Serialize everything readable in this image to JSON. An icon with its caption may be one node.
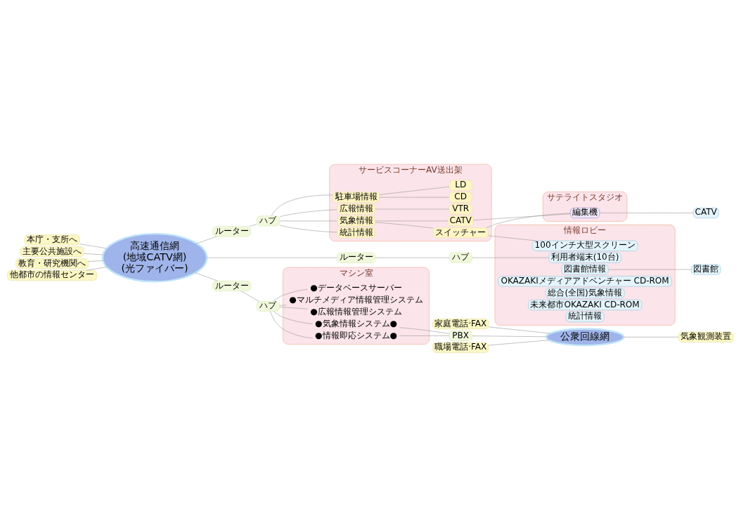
{
  "diagram": {
    "nodes": [
      {
        "text": [
          "本庁・支所へ"
        ]
      },
      {
        "text": [
          "主要公共施設へ"
        ]
      },
      {
        "text": [
          "教育・研究機関へ"
        ]
      },
      {
        "text": [
          "他都市の情報センター"
        ]
      },
      {
        "text": [
          "高速通信網",
          "(地域CATV網)",
          "(光ファイバー)"
        ]
      },
      {
        "text": [
          "マシン室"
        ]
      },
      {
        "text": [
          "ルーター"
        ]
      },
      {
        "text": [
          "ハブ"
        ]
      },
      {
        "text": [
          "●データベースサーバー"
        ],
        "in": 5
      },
      {
        "text": [
          "●マルチメディア情報管理システム"
        ],
        "in": 5
      },
      {
        "text": [
          "●広報情報管理システム"
        ],
        "in": 5
      },
      {
        "text": [
          "●気象情報システム●"
        ],
        "in": 5
      },
      {
        "text": [
          "●情報即応システム●"
        ],
        "in": 5
      },
      {
        "text": [
          "PBX"
        ]
      },
      {
        "text": [
          "サービスコーナーAV送出架"
        ]
      },
      {
        "text": [
          "ルーター"
        ]
      },
      {
        "text": [
          "ハブ"
        ]
      },
      {
        "text": [
          "駐車場情報"
        ],
        "in": 14
      },
      {
        "text": [
          "広報情報"
        ],
        "in": 14
      },
      {
        "text": [
          "気象情報"
        ],
        "in": 14
      },
      {
        "text": [
          "統計情報"
        ],
        "in": 14
      },
      {
        "text": [
          "LD"
        ],
        "in": 14
      },
      {
        "text": [
          "CD"
        ],
        "in": 14
      },
      {
        "text": [
          "VTR"
        ],
        "in": 14
      },
      {
        "text": [
          "CATV"
        ],
        "in": 14
      },
      {
        "text": [
          "スイッチャー"
        ],
        "in": 14
      },
      {
        "text": [
          "サテライトスタジオ"
        ]
      },
      {
        "text": [
          "編集機"
        ],
        "in": 26
      },
      {
        "text": [
          "情報ロビー"
        ]
      },
      {
        "text": [
          "100インチ大型スクリーン"
        ],
        "in": 28
      },
      {
        "text": [
          "ルーター"
        ]
      },
      {
        "text": [
          "ハブ"
        ]
      },
      {
        "text": [
          "利用者端末(10台)"
        ],
        "in": 28
      },
      {
        "text": [
          "図書館情報"
        ],
        "in": 28
      },
      {
        "text": [
          "OKAZAKIメディアアドベンチャー CD-ROM"
        ],
        "in": 28
      },
      {
        "text": [
          "総合(全国)気象情報"
        ],
        "in": 28
      },
      {
        "text": [
          "未来都市OKAZAKI CD-ROM"
        ],
        "in": 28
      },
      {
        "text": [
          "統計情報"
        ],
        "in": 28
      },
      {
        "text": [
          "家庭電話·FAX"
        ]
      },
      {
        "text": [
          "職場電話·FAX"
        ]
      },
      {
        "text": [
          "公衆回線網"
        ]
      },
      {
        "text": [
          "CATV"
        ]
      },
      {
        "text": [
          "図書館"
        ]
      },
      {
        "text": [
          "気象観測装置"
        ]
      }
    ],
    "edges": [
      {
        "from": 0,
        "to": 4,
        "arrow": "none"
      },
      {
        "from": 1,
        "to": 4,
        "arrow": "none"
      },
      {
        "from": 2,
        "to": 4,
        "arrow": "none"
      },
      {
        "from": 3,
        "to": 4,
        "arrow": "none"
      },
      {
        "from": 4,
        "to": 6,
        "arrow": "none"
      },
      {
        "from": 6,
        "to": 7,
        "arrow": "none"
      },
      {
        "from": 7,
        "to": 8,
        "arrow": "none"
      },
      {
        "from": 7,
        "to": 9,
        "arrow": "none"
      },
      {
        "from": 7,
        "to": 10,
        "arrow": "none"
      },
      {
        "from": 7,
        "to": 11,
        "arrow": "none"
      },
      {
        "from": 7,
        "to": 12,
        "arrow": "none"
      },
      {
        "from": 11,
        "to": 13,
        "arrow": "none"
      },
      {
        "from": 12,
        "to": 13,
        "arrow": "none"
      },
      {
        "from": 13,
        "to": 40,
        "arrow": "none"
      },
      {
        "from": 4,
        "to": 15,
        "arrow": "none"
      },
      {
        "from": 15,
        "to": 16,
        "arrow": "none"
      },
      {
        "from": 16,
        "to": 17,
        "arrow": "none"
      },
      {
        "from": 16,
        "to": 18,
        "arrow": "none"
      },
      {
        "from": 16,
        "to": 19,
        "arrow": "none"
      },
      {
        "from": 16,
        "to": 20,
        "arrow": "none"
      },
      {
        "from": 17,
        "to": 21,
        "arrow": "none"
      },
      {
        "from": 17,
        "to": 22,
        "arrow": "none"
      },
      {
        "from": 18,
        "to": 23,
        "arrow": "none"
      },
      {
        "from": 19,
        "to": 24,
        "arrow": "none"
      },
      {
        "from": 19,
        "to": 25,
        "arrow": "none"
      },
      {
        "from": 24,
        "to": 27,
        "arrow": "none"
      },
      {
        "from": 25,
        "to": 27,
        "arrow": "none"
      },
      {
        "from": 25,
        "to": 29,
        "arrow": "none"
      },
      {
        "from": 27,
        "to": 41,
        "arrow": "none"
      },
      {
        "from": 4,
        "to": 30,
        "arrow": "none"
      },
      {
        "from": 30,
        "to": 31,
        "arrow": "none"
      },
      {
        "from": 31,
        "to": 32,
        "arrow": "none"
      },
      {
        "from": 33,
        "to": 42,
        "arrow": "none"
      },
      {
        "from": 38,
        "to": 40,
        "arrow": "none"
      },
      {
        "from": 39,
        "to": 40,
        "arrow": "none"
      },
      {
        "from": 40,
        "to": 43,
        "arrow": "none"
      }
    ]
  }
}
